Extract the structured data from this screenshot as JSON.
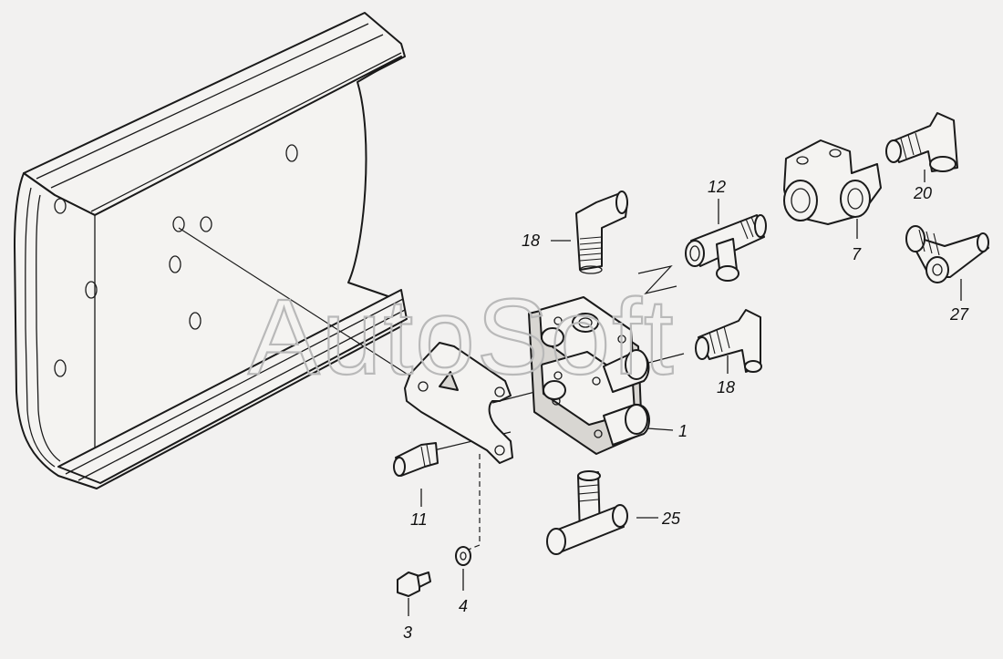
{
  "watermark": "AutoSoft",
  "callouts": {
    "c1": "1",
    "c3": "3",
    "c4": "4",
    "c7": "7",
    "c11": "11",
    "c12": "12",
    "c18a": "18",
    "c18b": "18",
    "c20": "20",
    "c25": "25",
    "c27": "27"
  },
  "colors": {
    "background": "#f2f1f0",
    "line": "#1a1a1a",
    "watermark": "#b9b9b9"
  }
}
